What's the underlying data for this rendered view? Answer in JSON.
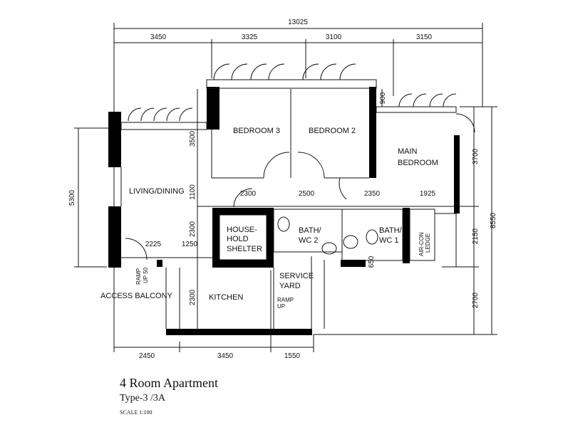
{
  "title": "4 Room Apartment",
  "subtitle": "Type-3 /3A",
  "scale": "SCALE 1:100",
  "dimensions": {
    "overall_width": "13025",
    "top": [
      "3450",
      "3325",
      "3100",
      "3150"
    ],
    "bottom": [
      "2450",
      "3450",
      "1550"
    ],
    "left": "5300",
    "right": [
      "3700",
      "2150",
      "2700"
    ],
    "overall_depth": "8550",
    "interior_vertical": [
      "3500",
      "1100",
      "2300",
      "2300"
    ],
    "interior_horizontal": [
      "2300",
      "2500",
      "2350",
      "1925"
    ],
    "balcony": [
      "2225",
      "1250"
    ],
    "misc": [
      "900",
      "650"
    ]
  },
  "rooms": {
    "bedroom3": "BEDROOM  3",
    "bedroom2": "BEDROOM  2",
    "main_bedroom": [
      "MAIN",
      "BEDROOM"
    ],
    "living": "LIVING/DINING",
    "shelter": [
      "HOUSE-",
      "HOLD",
      "SHELTER"
    ],
    "bath2": [
      "BATH/",
      "WC  2"
    ],
    "bath1": [
      "BATH/",
      "WC  1"
    ],
    "aircon": [
      "AIR-CON",
      "LEDGE"
    ],
    "service_yard": [
      "SERVICE",
      "YARD"
    ],
    "kitchen": "KITCHEN",
    "access_balcony": "ACCESS  BALCONY"
  },
  "labels": {
    "ramp_up": [
      "RAMP",
      "UP"
    ],
    "ramp_up_50": [
      "RAMP",
      "UP 50"
    ]
  }
}
